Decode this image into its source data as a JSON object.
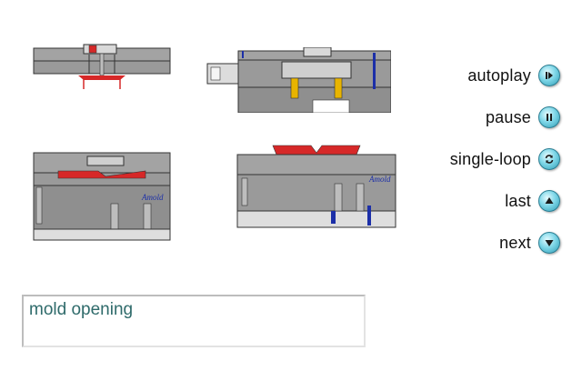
{
  "controls": {
    "autoplay": {
      "label": "autoplay",
      "icon": "play-icon"
    },
    "pause": {
      "label": "pause",
      "icon": "pause-icon"
    },
    "single_loop": {
      "label": "single-loop",
      "icon": "loop-icon"
    },
    "last": {
      "label": "last",
      "icon": "up-arrow-icon"
    },
    "next": {
      "label": "next",
      "icon": "down-arrow-icon"
    }
  },
  "status": {
    "text": "mold opening"
  },
  "diagrams": {
    "brand_label": "Amold"
  },
  "colors": {
    "mold_gray": "#9a9a9a",
    "mold_dark": "#333333",
    "part_red": "#d62828",
    "pin_blue": "#1c2fa8",
    "ejector_yellow": "#e8b400",
    "status_text": "#2f6b6b",
    "button_accent": "#7fd7e8"
  }
}
